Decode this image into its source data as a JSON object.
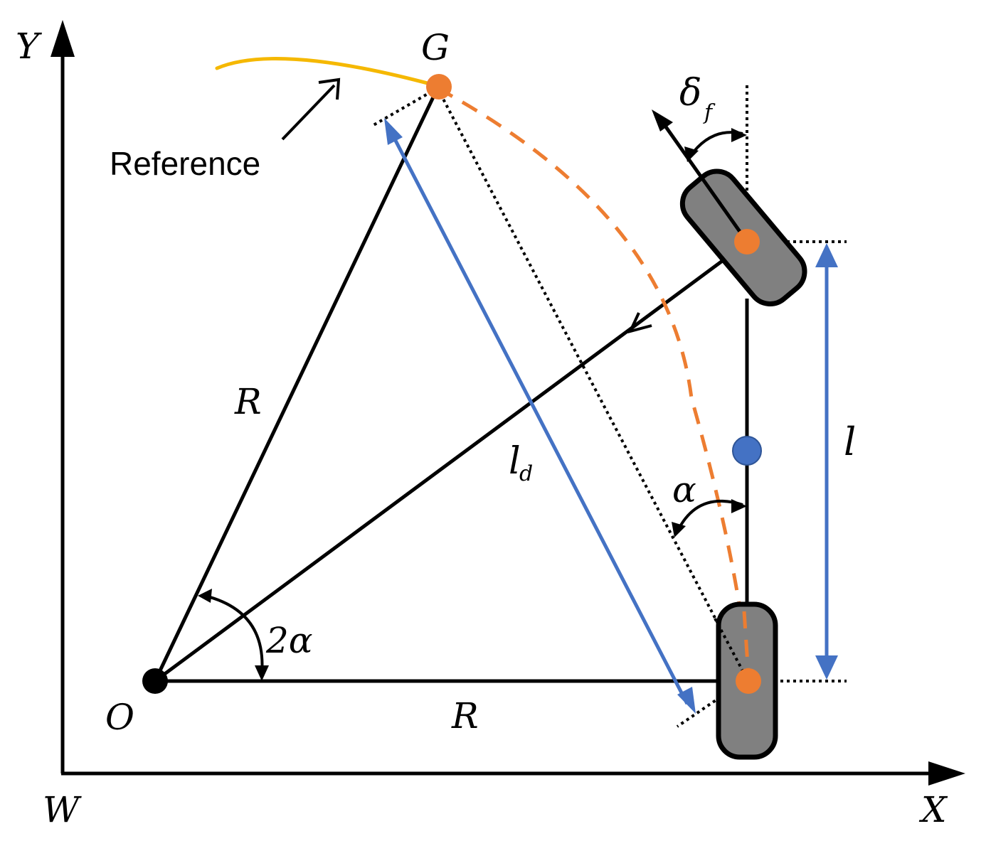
{
  "labels": {
    "axis_y": "Y",
    "axis_x": "X",
    "world_frame": "W",
    "goal_point": "G",
    "origin": "O",
    "reference": "Reference",
    "radius_upper": "R",
    "radius_lower": "R",
    "lookahead_main": "l",
    "lookahead_sub": "d",
    "wheelbase": "l",
    "steer_main": "δ",
    "steer_sub": "f",
    "alpha": "α",
    "two_alpha": "2α"
  },
  "colors": {
    "reference_path": "#F5B800",
    "arc_path": "#ED7D31",
    "goal_point": "#ED7D31",
    "wheel_center": "#ED7D31",
    "lookahead_arrow": "#4472C4",
    "wheelbase_arrow": "#4472C4",
    "cg_point": "#4472C4",
    "wheel_fill": "#808080",
    "line": "#000000"
  }
}
